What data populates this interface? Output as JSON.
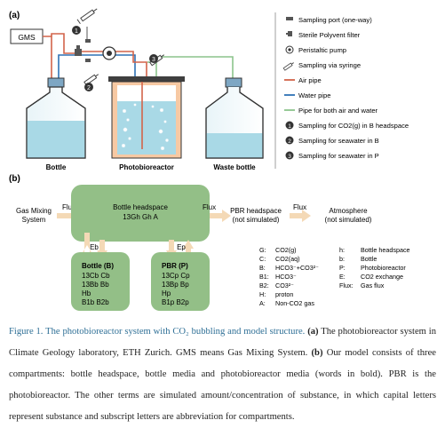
{
  "panel_a": {
    "label": "(a)",
    "gms": "GMS",
    "vessels": [
      "Bottle",
      "Photobioreactor",
      "Waste bottle"
    ],
    "legend": [
      {
        "icon": "sampling-port-icon",
        "text": "Sampling port (one-way)"
      },
      {
        "icon": "sterile-filter-icon",
        "text": "Sterile Polyvent filter"
      },
      {
        "icon": "peristaltic-pump-icon",
        "text": "Peristaltic pump"
      },
      {
        "icon": "syringe-icon",
        "text": "Sampling via syringe"
      },
      {
        "icon": "air-pipe-icon",
        "text": "Air pipe"
      },
      {
        "icon": "water-pipe-icon",
        "text": "Water pipe"
      },
      {
        "icon": "mixed-pipe-icon",
        "text": "Pipe for both air and water"
      },
      {
        "icon": "marker-1-icon",
        "text": "Sampling for CO2(g) in B headspace"
      },
      {
        "icon": "marker-2-icon",
        "text": "Sampling for seawater in B"
      },
      {
        "icon": "marker-3-icon",
        "text": "Sampling for seawater in P"
      }
    ],
    "markers": [
      "1",
      "2",
      "3"
    ],
    "colors": {
      "air": "#d2644a",
      "water": "#2f72b5",
      "mixed": "#8cc48c",
      "liquid": "#a9d9e6"
    }
  },
  "panel_b": {
    "label": "(b)",
    "gms": [
      "Gas Mixing",
      "System"
    ],
    "flux_in": "Flux",
    "headspace": {
      "title": "Bottle headspace",
      "line": "13Gh Gh A"
    },
    "flux_out": "Flux",
    "pbr_headspace": [
      "PBR headspace",
      "(not simulated)"
    ],
    "flux_atm": "Flux",
    "atmosphere": [
      "Atmosphere",
      "(not simulated)"
    ],
    "eb": "Eb",
    "ep": "Ep",
    "bottle_box": {
      "title": "Bottle (B)",
      "lines": [
        "13Cb Cb",
        "13Bb Bb",
        "Hb",
        "B1b B2b"
      ]
    },
    "pbr_box": {
      "title": "PBR (P)",
      "lines": [
        "13Cp Cp",
        "13Bp Bp",
        "Hp",
        "B1p B2p"
      ]
    },
    "legend_left": [
      {
        "key": "G:",
        "val": "CO2(g)"
      },
      {
        "key": "C:",
        "val": "CO2(aq)"
      },
      {
        "key": "B:",
        "val": "HCO3⁻+CO3²⁻"
      },
      {
        "key": "B1:",
        "val": "HCO3⁻"
      },
      {
        "key": "B2:",
        "val": "CO3²⁻"
      },
      {
        "key": "H:",
        "val": "proton"
      },
      {
        "key": "A:",
        "val": "Non-CO2 gas"
      }
    ],
    "legend_right": [
      {
        "key": "h:",
        "val": "Bottle headspace"
      },
      {
        "key": "b:",
        "val": "Bottle"
      },
      {
        "key": "P:",
        "val": "Photobioreactor"
      },
      {
        "key": "E:",
        "val": "CO2 exchange"
      },
      {
        "key": "Flux:",
        "val": "Gas flux"
      }
    ],
    "colors": {
      "box": "#93bf87",
      "arrow": "#f4d9b6"
    }
  },
  "caption": {
    "head": "Figure 1. The photobioreactor system with CO₂ bubbling and model structure.",
    "a_label": "(a)",
    "a_text": "The photobioreactor system in Climate Geology laboratory, ETH Zurich. GMS means Gas Mixing System.",
    "b_label": "(b)",
    "b_text": "Our model consists of three compartments: bottle headspace, bottle media and photobioreactor media (words in bold). PBR is the photobioreactor. The other terms are simulated amount/concentration of substance, in which capital letters represent substance and subscript letters are abbreviation for compartments."
  }
}
